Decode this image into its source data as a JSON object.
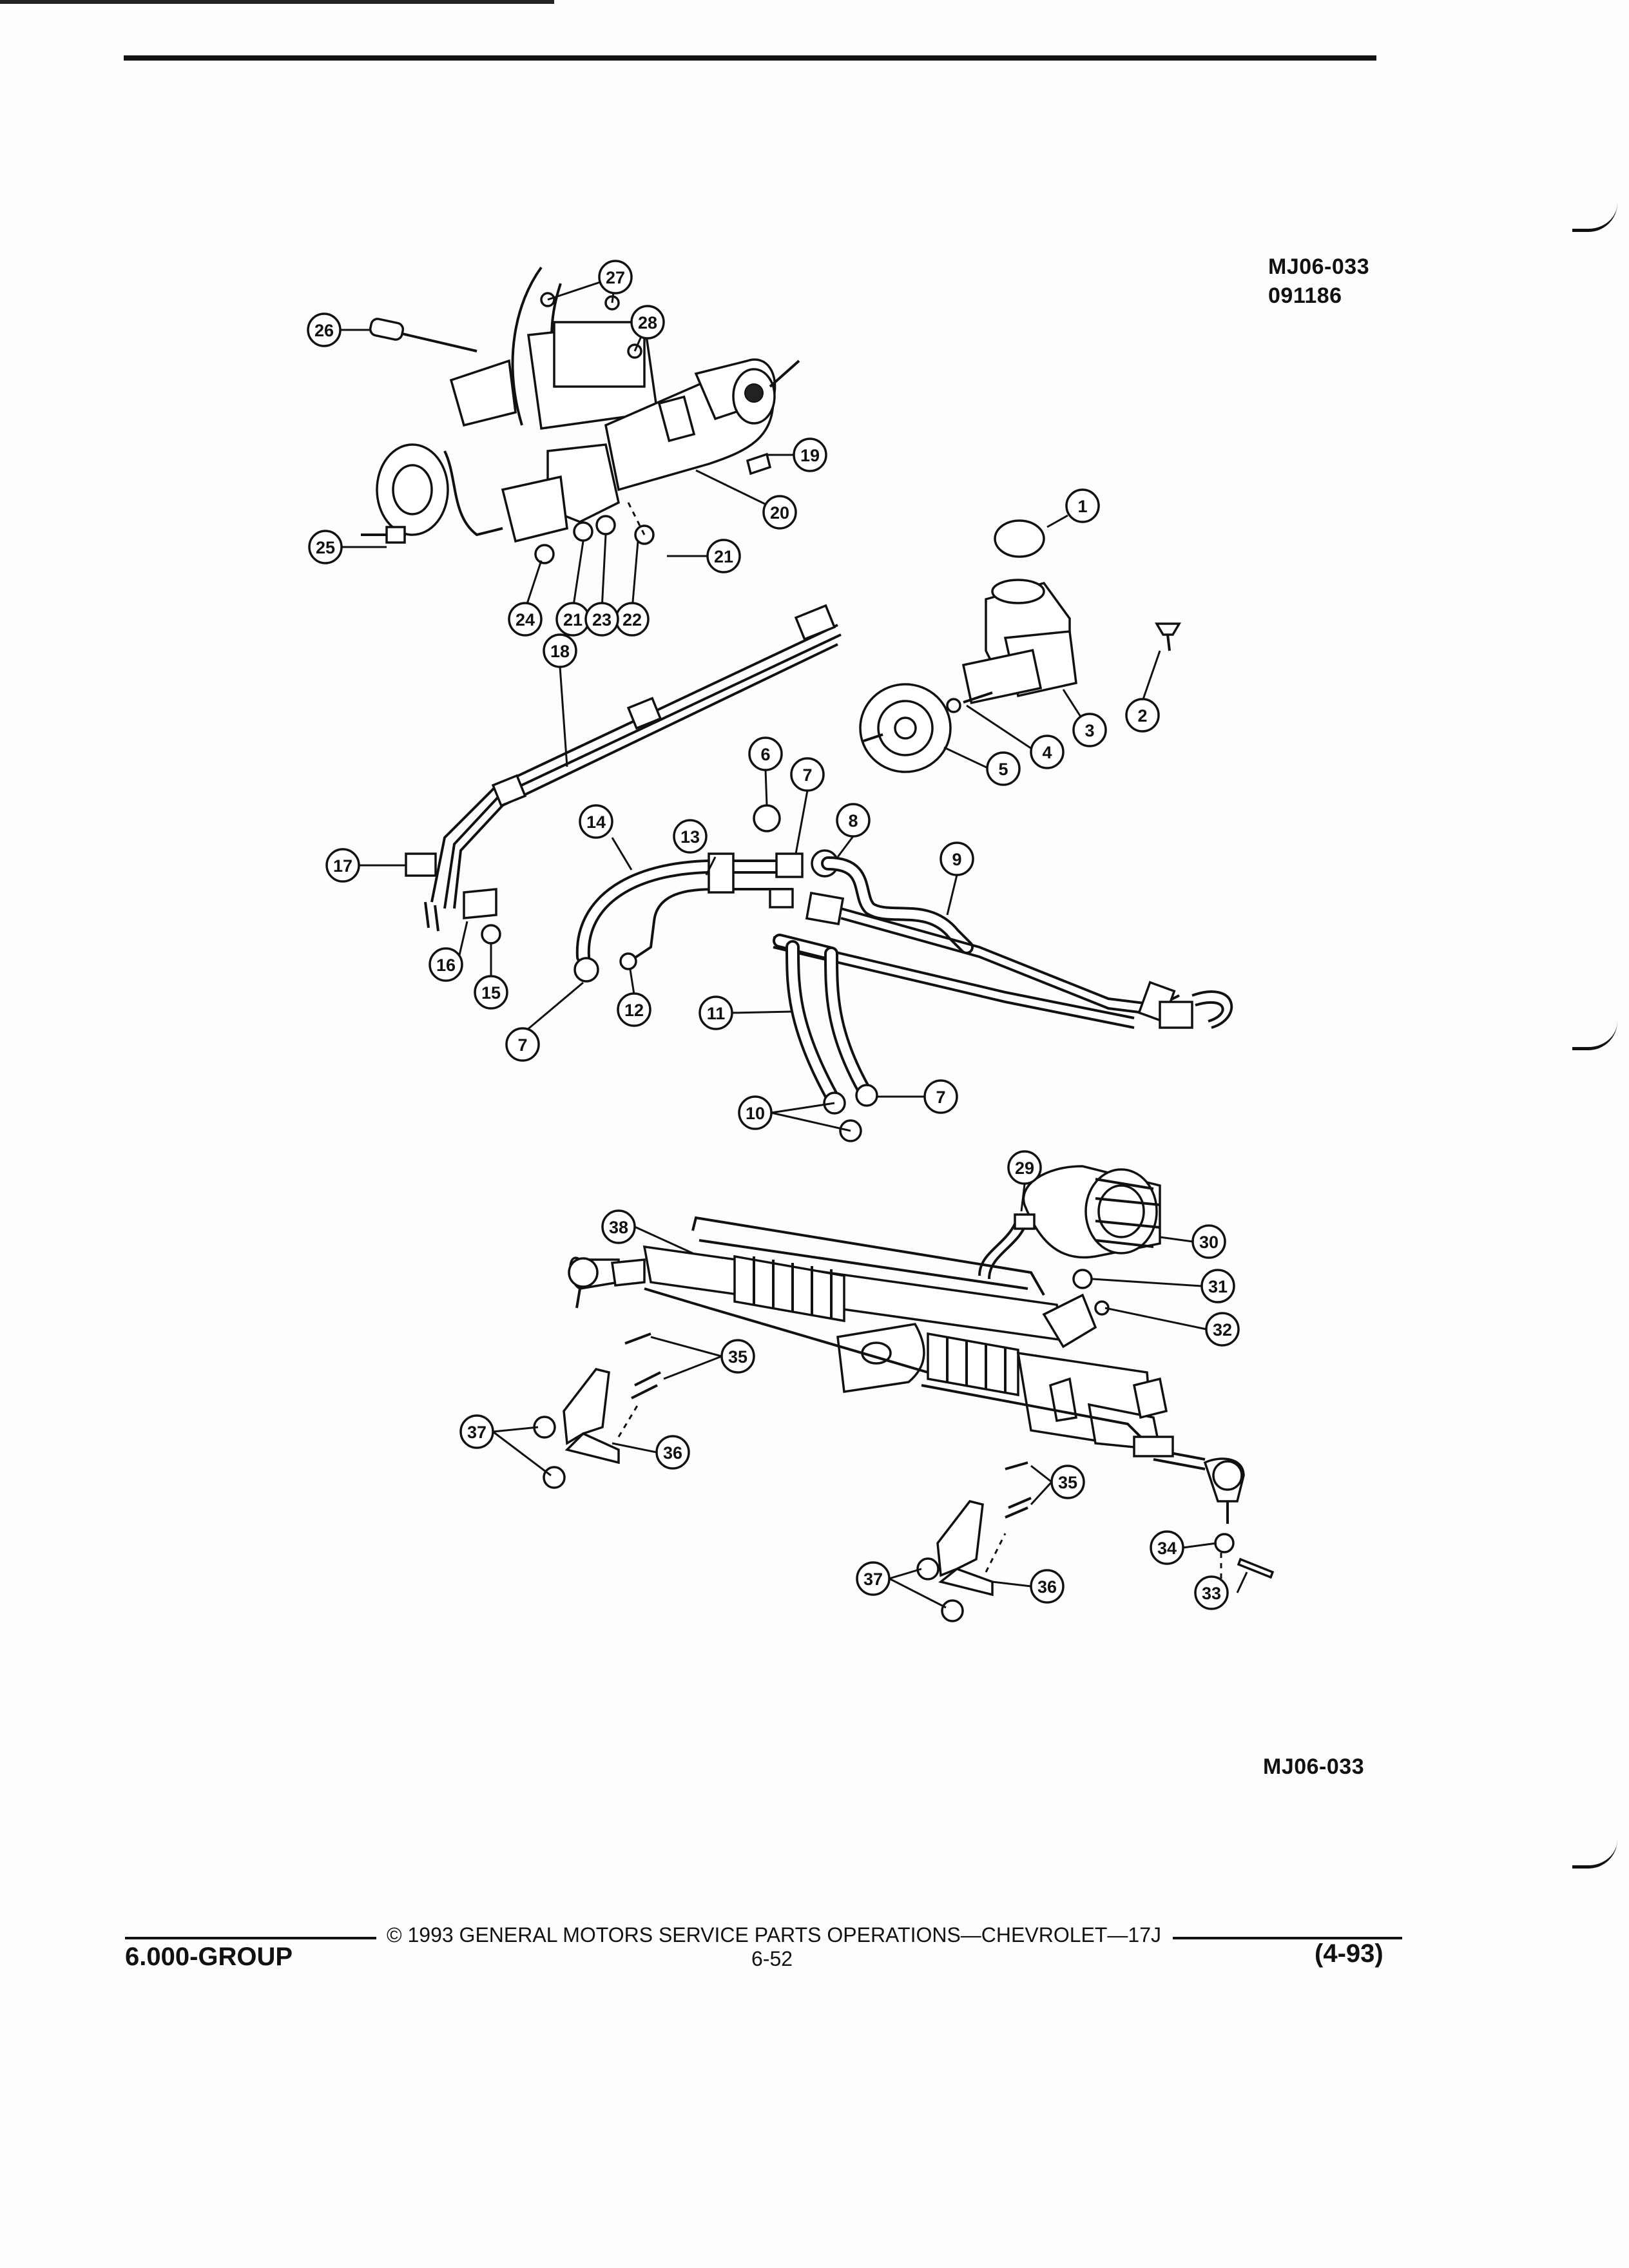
{
  "header": {
    "figure_code": "MJ06-033",
    "figure_date": "091186"
  },
  "diagram": {
    "callouts": [
      "1",
      "2",
      "3",
      "4",
      "5",
      "6",
      "7",
      "8",
      "9",
      "10",
      "11",
      "12",
      "13",
      "14",
      "15",
      "16",
      "17",
      "18",
      "19",
      "20",
      "21",
      "22",
      "23",
      "24",
      "25",
      "26",
      "27",
      "28",
      "29",
      "30",
      "31",
      "32",
      "33",
      "34",
      "35",
      "36",
      "37",
      "38"
    ]
  },
  "figure_code_bottom": "MJ06-033",
  "footer": {
    "group": "6.000-GROUP",
    "copyright": "© 1993 GENERAL MOTORS SERVICE PARTS OPERATIONS—CHEVROLET—17J",
    "page": "6-52",
    "revision": "(4-93)"
  }
}
